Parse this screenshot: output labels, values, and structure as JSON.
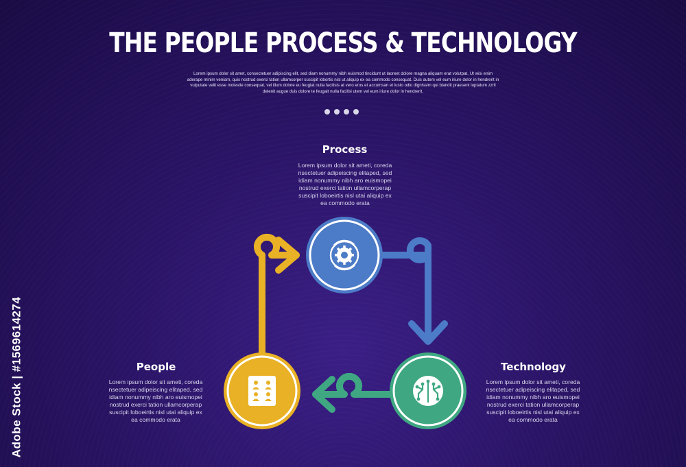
{
  "header": {
    "title": "THE PEOPLE PROCESS & TECHNOLOGY",
    "subtitle": "Lorem ipsum dolor sit amet, consectetuer adipiscing elit, sed diam nonummy nibh euismod tincidunt ut laoreet dolore magna aliquam erat volutpat. Ut wisi enim aderape minim veniam, quis nostrud exerci tation ullamcorper suscipit lobortis nisl ut aliquip ex ea commodo consequat. Duis autem vel eum iriure dolor in hendrerit in vulputate velit esse molestie consequat, vel illum dolore eu feugiat nulla facilisis at vero eros et accumsan et iusto odio dignissim qui blandit praesent luptatum zzril delenit augue duis dolore te feugait nulla facilisi utem vel eum iriure dolor in hendrerit."
  },
  "blocks": [
    {
      "title": "Process",
      "text": "Lorem ipsum dolor sit ameti, coreda nsectetuer adipeiscing elitaped, sed idiam nonummy nibh aro euismopei nostrud exerci tation ullamcorperap suscipit loboeirtis nisl utai aliquip ex ea commodo erata",
      "icon": "gear-cycle-icon",
      "color": "#4c7bc7"
    },
    {
      "title": "Technology",
      "text": "Lorem ipsum dolor sit ameti, coreda nsectetuer adipeiscing elitaped, sed idiam nonummy nibh aro euismopei nostrud exerci tation ullamcorperap suscipit loboeirtis nisl utai aliquip ex ea commodo erata",
      "icon": "circuit-brain-icon",
      "color": "#3fa882"
    },
    {
      "title": "People",
      "text": "Lorem ipsum dolor sit ameti, coreda nsectetuer adipeiscing elitaped, sed idiam nonummy nibh aro euismopei nostrud exerci tation ullamcorperap suscipit loboeirtis nisl utai aliquip ex ea commodo erata",
      "icon": "people-group-icon",
      "color": "#e9b125"
    }
  ],
  "watermark": {
    "text": "Adobe Stock | #1569614274"
  },
  "colors": {
    "background": "#2a1466",
    "process": "#4c7bc7",
    "technology": "#3fa882",
    "people": "#e9b125"
  }
}
